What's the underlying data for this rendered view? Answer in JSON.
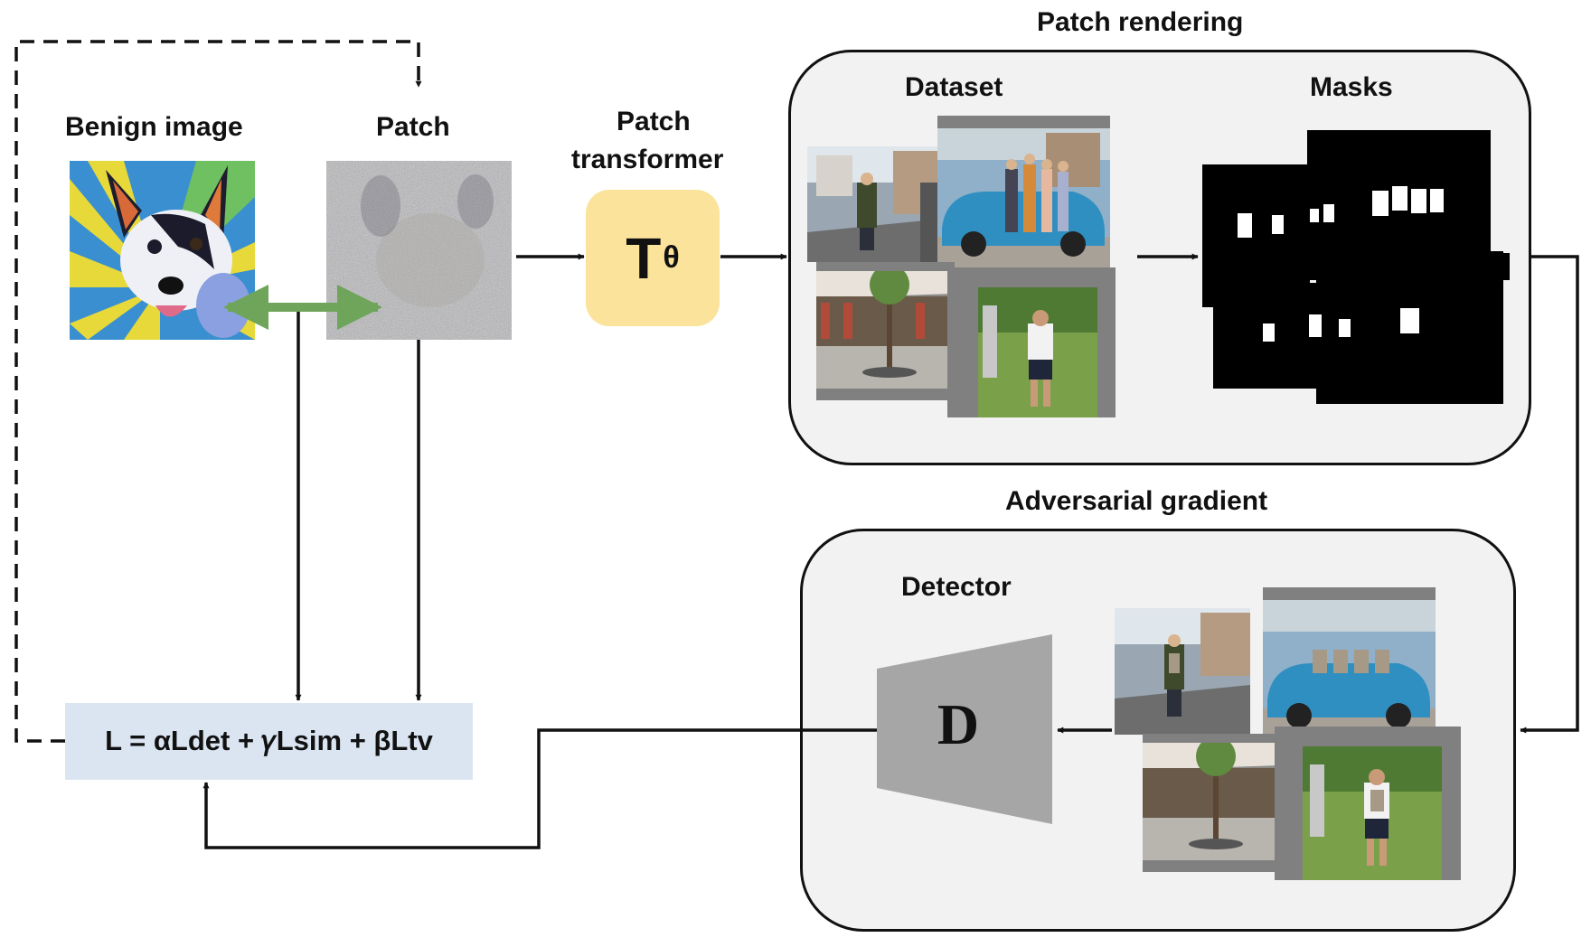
{
  "labels": {
    "benign_image": "Benign image",
    "patch": "Patch",
    "patch_transformer_line1": "Patch",
    "patch_transformer_line2": "transformer",
    "patch_rendering": "Patch rendering",
    "dataset": "Dataset",
    "masks": "Masks",
    "adversarial_gradient": "Adversarial gradient",
    "detector": "Detector"
  },
  "transformer": {
    "symbol": "T",
    "subscript": "θ"
  },
  "detector_block": {
    "symbol": "D"
  },
  "loss": {
    "formula": "L = αLdet + 𝛾Lsim + βLtv"
  },
  "colors": {
    "transformer_fill": "#fbe39b",
    "loss_fill": "#dbe5f2",
    "panel_fill": "#f2f2f2",
    "detector_fill": "#a6a6a6",
    "similarity_arrow": "#6fa55a",
    "stroke": "#111111"
  }
}
